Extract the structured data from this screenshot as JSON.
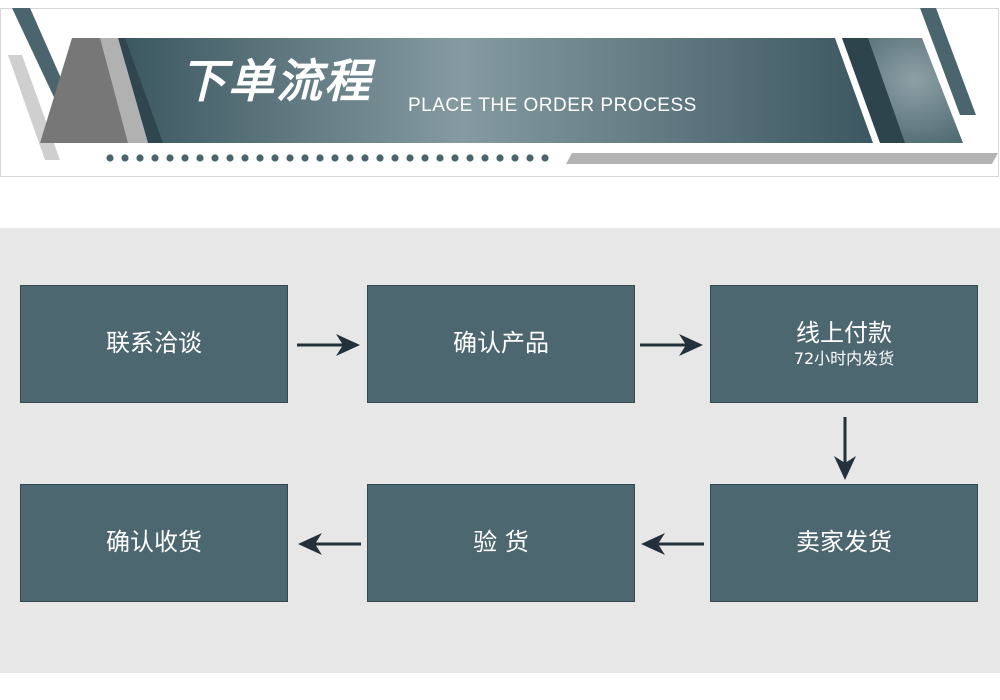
{
  "banner": {
    "title": "下单流程",
    "subtitle": "PLACE THE ORDER PROCESS"
  },
  "colors": {
    "box_fill": "#4d6770",
    "background_panel": "#e7e7e7",
    "arrow": "#23313a",
    "banner_dark": "#3f5962",
    "banner_light": "#8a9ca2"
  },
  "steps": [
    {
      "label": "联系洽谈"
    },
    {
      "label": "确认产品"
    },
    {
      "label": "线上付款",
      "note": "72小时内发货"
    },
    {
      "label": "卖家发货"
    },
    {
      "label": "验 货"
    },
    {
      "label": "确认收货"
    }
  ],
  "icons": [
    "arrow-right-icon",
    "arrow-down-icon",
    "arrow-left-icon"
  ]
}
